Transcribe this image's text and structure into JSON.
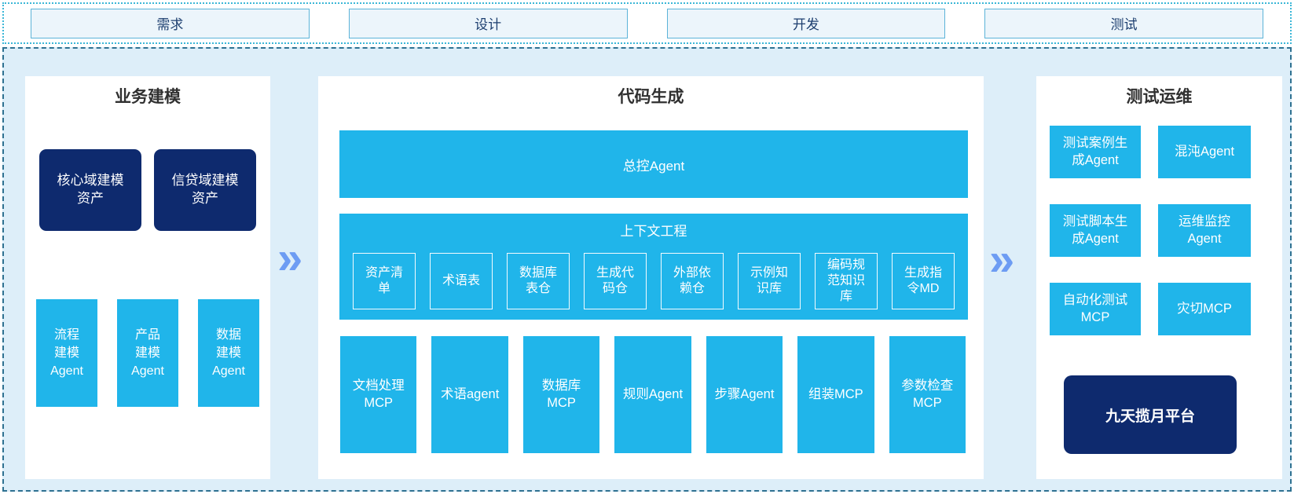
{
  "phase_bar": {
    "items": [
      "需求",
      "设计",
      "开发",
      "测试"
    ]
  },
  "flow_arrow_glyph": "»",
  "business_modeling": {
    "title": "业务建模",
    "asset_boxes": [
      "核心域建模资产",
      "信贷域建模资产"
    ],
    "agent_boxes": [
      "流程建模Agent",
      "产品建模Agent",
      "数据建模Agent"
    ]
  },
  "code_generation": {
    "title": "代码生成",
    "master_agent": "总控Agent",
    "context_engineering": {
      "title": "上下文工程",
      "items": [
        "资产清单",
        "术语表",
        "数据库表仓",
        "生成代码仓",
        "外部依赖仓",
        "示例知识库",
        "编码规范知识库",
        "生成指令MD"
      ]
    },
    "tools": [
      "文档处理MCP",
      "术语agent",
      "数据库MCP",
      "规则Agent",
      "步骤Agent",
      "组装MCP",
      "参数检查MCP"
    ]
  },
  "test_ops": {
    "title": "测试运维",
    "boxes": [
      "测试案例生成Agent",
      "混沌Agent",
      "测试脚本生成Agent",
      "运维监控Agent",
      "自动化测试MCP",
      "灾切MCP"
    ],
    "platform": "九天揽月平台"
  },
  "colors": {
    "cyan": "#20b5ea",
    "navy": "#0e2a6e",
    "canvas-bg": "#ddeef9",
    "main-border": "#2e7191",
    "strip-border": "#3bb7d7",
    "phase-box-bg": "#ecf5fb",
    "phase-box-border": "#5cb3d8",
    "phase-text": "#1c3e6f",
    "arrow-blue": "#6d9cf3",
    "title-text": "#303030"
  }
}
